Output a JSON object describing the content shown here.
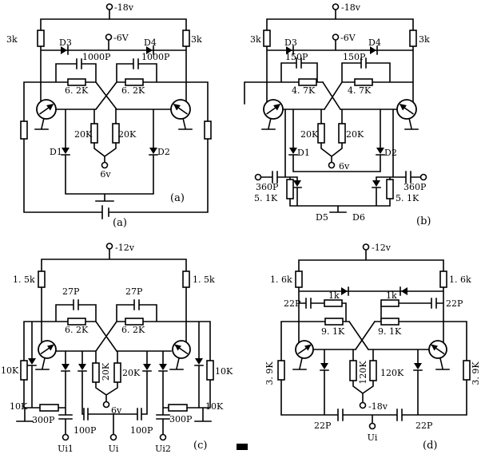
{
  "figure": {
    "background": "#ffffff",
    "ink": "#000000",
    "type": "transistor multivibrator circuit schematics"
  },
  "circuit_a": {
    "caption": "(a)",
    "caption_bottom": "(a)",
    "supply_top": "-18v",
    "supply_mid": "-6V",
    "supply_bottom": "6v",
    "r_collector_left": "3k",
    "r_collector_right": "3k",
    "d_top_left": "D3",
    "d_top_right": "D4",
    "c_speedup_left": "1000P",
    "c_speedup_right": "1000P",
    "r_cross_left": "6. 2K",
    "r_cross_right": "6. 2K",
    "r_base_left": "20K",
    "r_base_right": "20K",
    "d_bottom_left": "D1",
    "d_bottom_right": "D2"
  },
  "circuit_b": {
    "caption": "(b)",
    "supply_top": "-18v",
    "supply_mid": "-6V",
    "supply_bottom": "6v",
    "r_collector_left": "3k",
    "r_collector_right": "3k",
    "d_top_left": "D3",
    "d_top_right": "D4",
    "c_speedup_left": "150P",
    "c_speedup_right": "150P",
    "r_cross_left": "4. 7K",
    "r_cross_right": "4. 7K",
    "r_base_left": "20K",
    "r_base_right": "20K",
    "d_bottom_left": "D1",
    "d_bottom_right": "D2",
    "c_input_left": "360P",
    "c_input_right": "360P",
    "r_input_left": "5. 1K",
    "r_input_right": "5. 1K",
    "d_input_left": "D5",
    "d_input_right": "D6"
  },
  "circuit_c": {
    "caption": "(c)",
    "supply_top": "-12v",
    "supply_bottom": "6v",
    "r_collector_left": "1. 5k",
    "r_collector_right": "1. 5k",
    "c_speedup_left": "27P",
    "c_speedup_right": "27P",
    "r_cross_left": "6. 2K",
    "r_cross_right": "6. 2K",
    "r_base_left": "20K",
    "r_base_right": "20K",
    "r_side_left": "10K",
    "r_side_right": "10K",
    "r_ground_left": "10K",
    "r_ground_right": "10K",
    "c_input_left": "300P",
    "c_input_right": "300P",
    "c_trigger_left": "100P",
    "c_trigger_right": "100P",
    "input_left": "Ui1",
    "input_mid": "Ui",
    "input_right": "Ui2"
  },
  "circuit_d": {
    "caption": "(d)",
    "supply_top": "-12v",
    "supply_mid": "-18v",
    "r_collector_left": "1. 6k",
    "r_collector_right": "1. 6k",
    "c_top_left": "22P",
    "c_top_right": "22P",
    "r_series_left": "1k",
    "r_series_right": "1k",
    "r_cross_left": "9. 1K",
    "r_cross_right": "9. 1K",
    "r_base_left": "120K",
    "r_base_right": "120K",
    "r_side_left": "3. 9K",
    "r_side_right": "3. 9K",
    "c_bottom_left": "22P",
    "c_bottom_right": "22P",
    "input": "Ui"
  }
}
